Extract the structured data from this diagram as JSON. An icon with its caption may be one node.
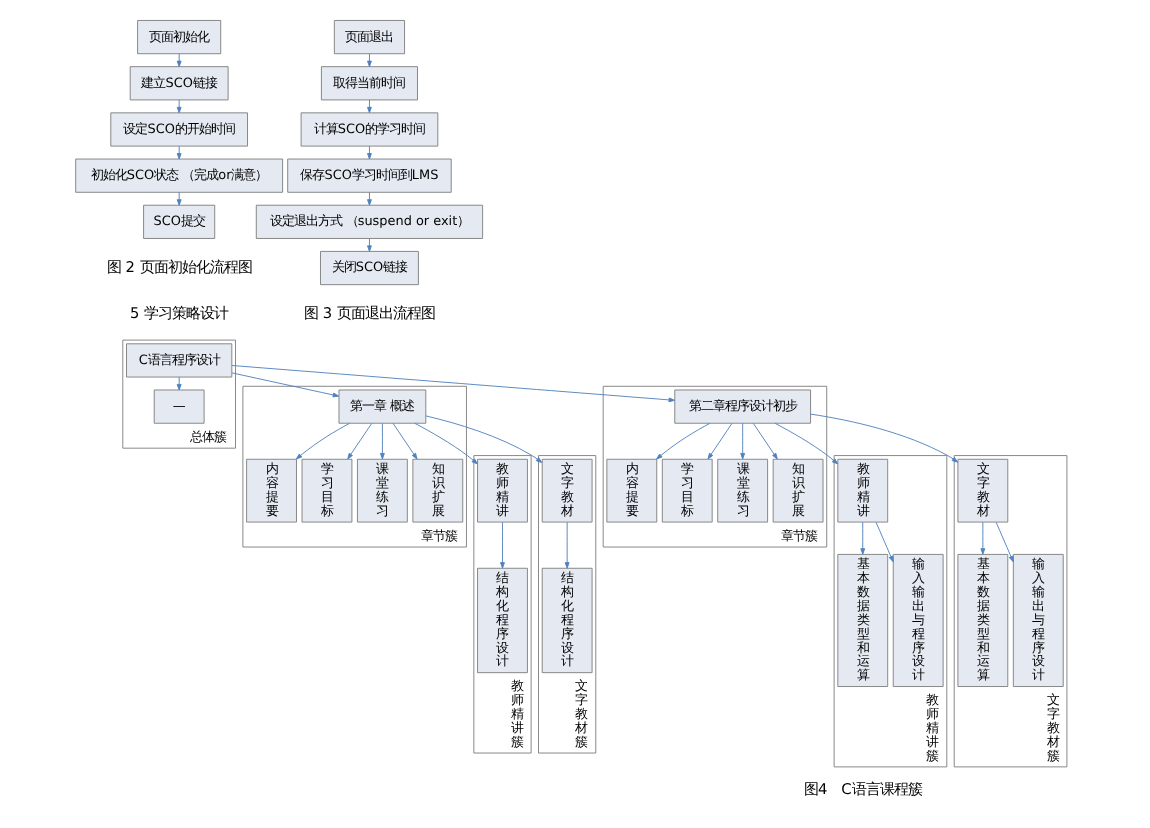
{
  "diagram": {
    "nodes": [
      {
        "text": [
          "总体簇"
        ]
      },
      {
        "text": [
          "C语言程序设计"
        ],
        "in": 0
      },
      {
        "text": [
          "—"
        ],
        "in": 0
      },
      {
        "text": [
          "章节簇"
        ]
      },
      {
        "text": [
          "第一章 概述"
        ],
        "in": 3
      },
      {
        "text": [
          "内容提要"
        ],
        "in": 3
      },
      {
        "text": [
          "学习目标"
        ],
        "in": 3
      },
      {
        "text": [
          "教师精讲簇"
        ]
      },
      {
        "text": [
          "教师精讲"
        ],
        "in": 7
      },
      {
        "text": [
          "结构化程序设计"
        ],
        "in": 7
      },
      {
        "text": [
          "文字教材簇"
        ]
      },
      {
        "text": [
          "文字教材"
        ],
        "in": 10
      },
      {
        "text": [
          "结构化程序设计"
        ],
        "in": 10
      },
      {
        "text": [
          "课堂练习"
        ],
        "in": 3
      },
      {
        "text": [
          "知识扩展"
        ],
        "in": 3
      },
      {
        "text": [
          "章节簇"
        ]
      },
      {
        "text": [
          "第二章程序设计初步"
        ],
        "in": 15
      },
      {
        "text": [
          "内容提要"
        ],
        "in": 15
      },
      {
        "text": [
          "学习目标"
        ],
        "in": 15
      },
      {
        "text": [
          "教师精讲簇"
        ]
      },
      {
        "text": [
          "教师精讲"
        ],
        "in": 19
      },
      {
        "text": [
          "基本数据类型和运算"
        ],
        "in": 19
      },
      {
        "text": [
          "输入输出与程序设计"
        ],
        "in": 19
      },
      {
        "text": [
          "文字教材簇"
        ]
      },
      {
        "text": [
          "文字教材"
        ],
        "in": 23
      },
      {
        "text": [
          "基本数据类型和运算"
        ],
        "in": 23
      },
      {
        "text": [
          "输入输出与程序设计"
        ],
        "in": 23
      },
      {
        "text": [
          "课堂练习"
        ],
        "in": 15
      },
      {
        "text": [
          "知识扩展"
        ],
        "in": 15
      },
      {
        "text": [
          "页面初始化"
        ]
      },
      {
        "text": [
          "建立SCO链接"
        ]
      },
      {
        "text": [
          "设定SCO的开始时间"
        ]
      },
      {
        "text": [
          "初始化SCO状态 （完成or满意）"
        ]
      },
      {
        "text": [
          "SCO提交"
        ]
      },
      {
        "text": [
          "页面退出"
        ]
      },
      {
        "text": [
          "取得当前时间"
        ]
      },
      {
        "text": [
          "计算SCO的学习时间"
        ]
      },
      {
        "text": [
          "保存SCO学习时间到LMS"
        ]
      },
      {
        "text": [
          "设定退出方式 （suspend or exit）"
        ]
      },
      {
        "text": [
          "关闭SCO链接"
        ]
      }
    ],
    "edges": [
      {
        "from": 29,
        "to": 30,
        "arrow": "to"
      },
      {
        "from": 30,
        "to": 31,
        "arrow": "to"
      },
      {
        "from": 31,
        "to": 32,
        "arrow": "to"
      },
      {
        "from": 32,
        "to": 33,
        "arrow": "to"
      },
      {
        "from": 34,
        "to": 35,
        "arrow": "to"
      },
      {
        "from": 35,
        "to": 36,
        "arrow": "to"
      },
      {
        "from": 36,
        "to": 37,
        "arrow": "to"
      },
      {
        "from": 37,
        "to": 38,
        "arrow": "to"
      },
      {
        "from": 38,
        "to": 39,
        "arrow": "to"
      },
      {
        "from": 1,
        "to": 4,
        "arrow": "to"
      },
      {
        "from": 1,
        "to": 16,
        "arrow": "to"
      },
      {
        "from": 1,
        "to": 2,
        "arrow": "to"
      },
      {
        "from": 4,
        "to": 5,
        "arrow": "to"
      },
      {
        "from": 4,
        "to": 6,
        "arrow": "to"
      },
      {
        "from": 4,
        "to": 8,
        "arrow": "to"
      },
      {
        "from": 4,
        "to": 11,
        "arrow": "to"
      },
      {
        "from": 4,
        "to": 13,
        "arrow": "to"
      },
      {
        "from": 4,
        "to": 14,
        "arrow": "to"
      },
      {
        "from": 8,
        "to": 9,
        "arrow": "to"
      },
      {
        "from": 11,
        "to": 12,
        "arrow": "to"
      },
      {
        "from": 16,
        "to": 17,
        "arrow": "to"
      },
      {
        "from": 16,
        "to": 18,
        "arrow": "to"
      },
      {
        "from": 16,
        "to": 20,
        "arrow": "to"
      },
      {
        "from": 16,
        "to": 24,
        "arrow": "to"
      },
      {
        "from": 16,
        "to": 27,
        "arrow": "to"
      },
      {
        "from": 16,
        "to": 28,
        "arrow": "to"
      },
      {
        "from": 20,
        "to": 21,
        "arrow": "to"
      },
      {
        "from": 20,
        "to": 22,
        "arrow": "to"
      },
      {
        "from": 24,
        "to": 25,
        "arrow": "to"
      },
      {
        "from": 24,
        "to": 26,
        "arrow": "to"
      }
    ],
    "labels": [
      "图 2 页面初始化流程图",
      "图 3 页面退出流程图",
      "5 学习策略设计",
      "图4　C语言课程簇"
    ]
  }
}
